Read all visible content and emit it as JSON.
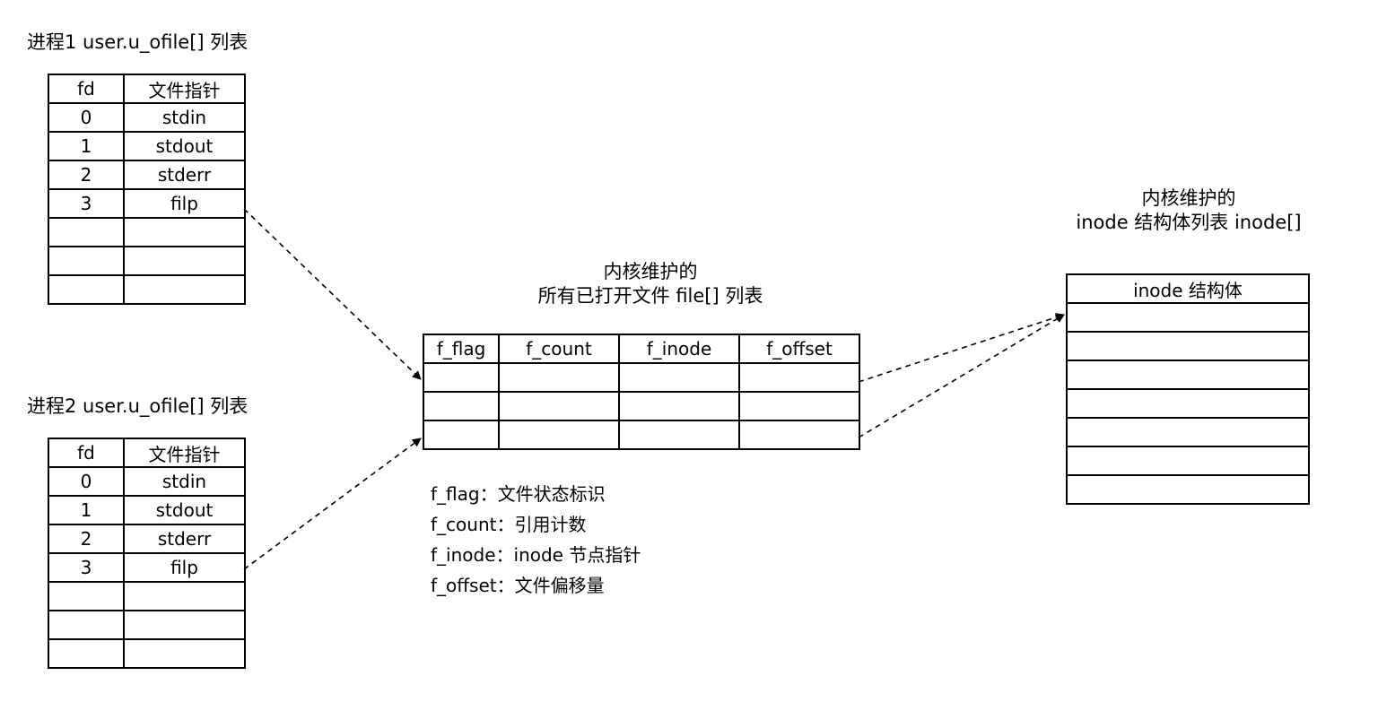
{
  "process1": {
    "title": "进程1 user.u_ofile[] 列表",
    "header": [
      "fd",
      "文件指针"
    ],
    "rows": [
      [
        "0",
        "stdin"
      ],
      [
        "1",
        "stdout"
      ],
      [
        "2",
        "stderr"
      ],
      [
        "3",
        "filp"
      ],
      [
        "",
        ""
      ],
      [
        "",
        ""
      ],
      [
        "",
        ""
      ]
    ]
  },
  "process2": {
    "title": "进程2 user.u_ofile[] 列表",
    "header": [
      "fd",
      "文件指针"
    ],
    "rows": [
      [
        "0",
        "stdin"
      ],
      [
        "1",
        "stdout"
      ],
      [
        "2",
        "stderr"
      ],
      [
        "3",
        "filp"
      ],
      [
        "",
        ""
      ],
      [
        "",
        ""
      ],
      [
        "",
        ""
      ]
    ]
  },
  "file_table": {
    "title_line1": "内核维护的",
    "title_line2": "所有已打开文件 file[] 列表",
    "header": [
      "f_flag",
      "f_count",
      "f_inode",
      "f_offset"
    ],
    "row_count": 3
  },
  "inode_table": {
    "title_line1": "内核维护的",
    "title_line2": "inode 结构体列表 inode[]",
    "header": "inode 结构体",
    "row_count": 7
  },
  "legend": [
    "f_flag：文件状态标识",
    "f_count：引用计数",
    "f_inode：inode 节点指针",
    "f_offset：文件偏移量"
  ]
}
